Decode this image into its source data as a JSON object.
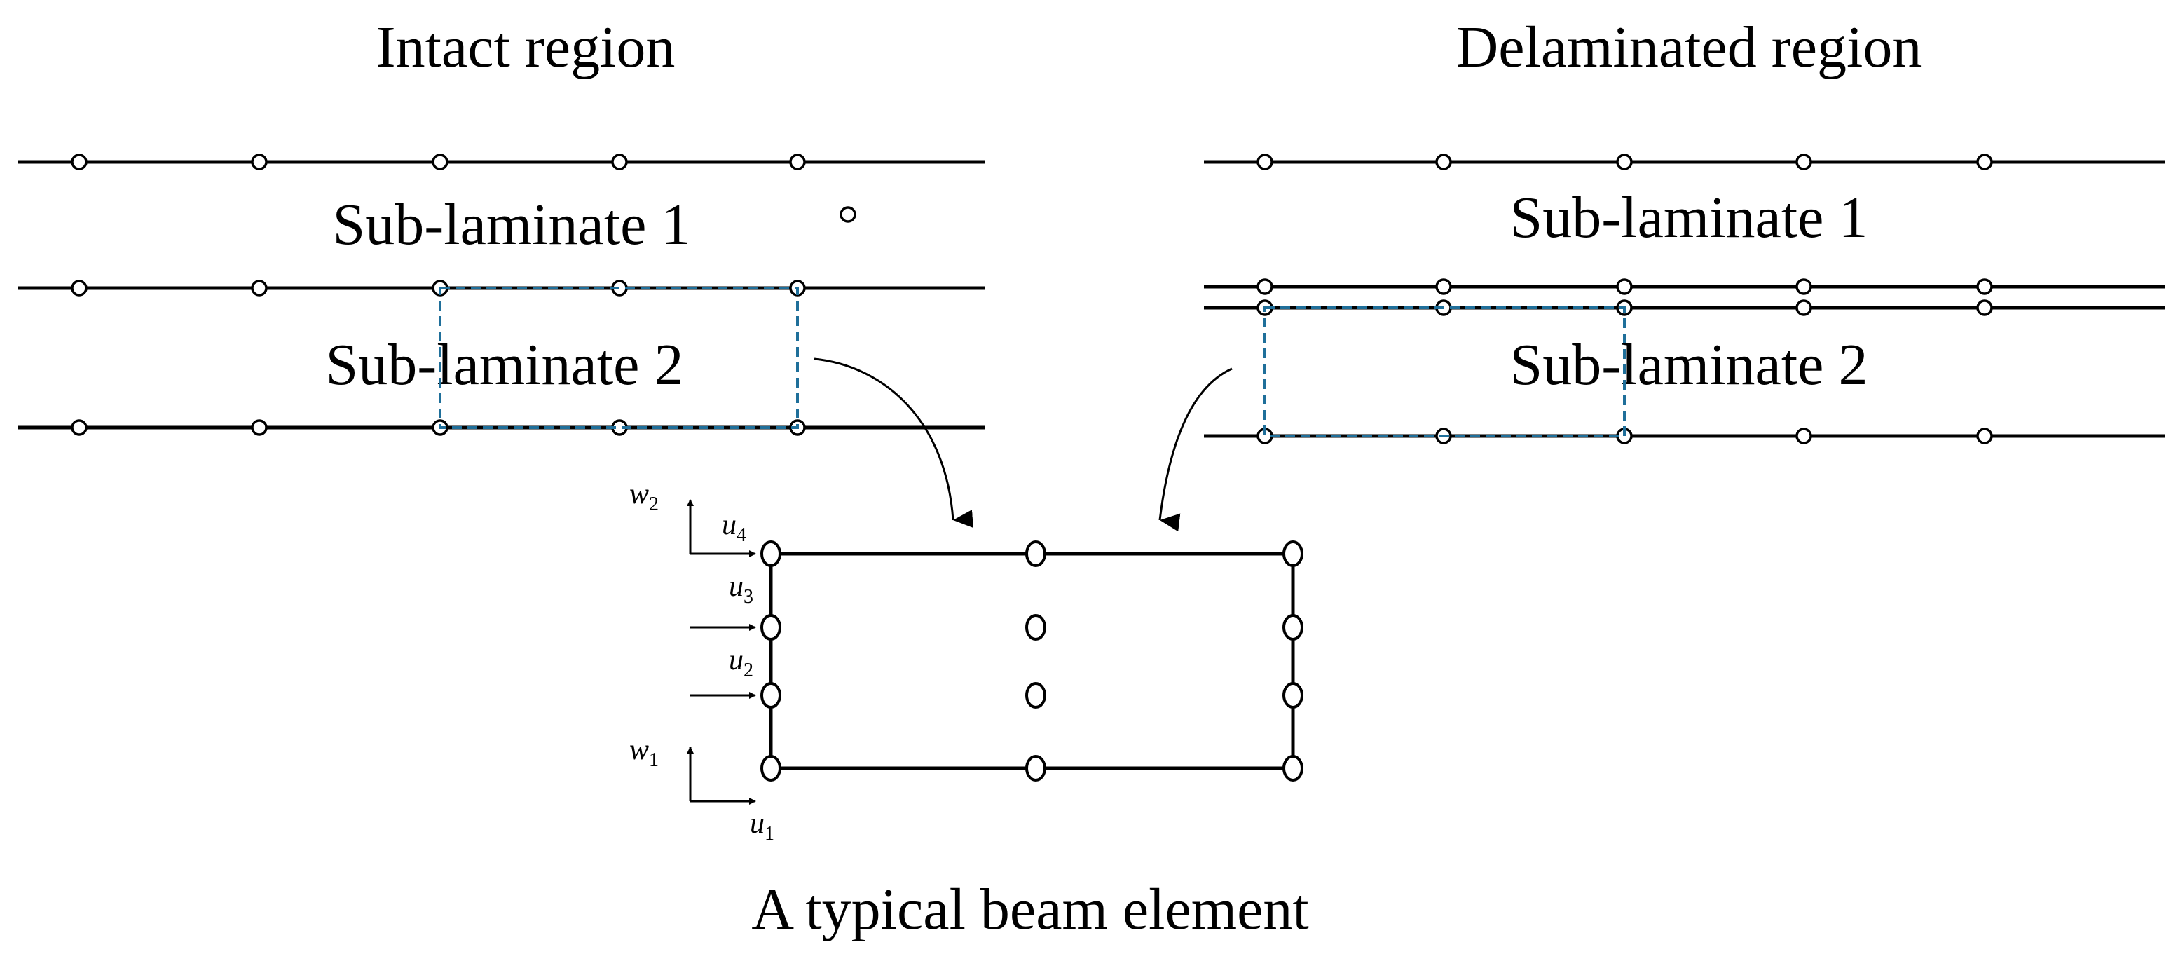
{
  "intact_region": {
    "title": "Intact region",
    "sublaminate_1": "Sub-laminate 1",
    "sublaminate_2": "Sub-laminate 2"
  },
  "delaminated_region": {
    "title": "Delaminated region",
    "sublaminate_1": "Sub-laminate 1",
    "sublaminate_2": "Sub-laminate 2"
  },
  "beam_element": {
    "caption": "A typical beam element",
    "dof_labels": {
      "w2": {
        "base": "w",
        "sub": "2"
      },
      "u4": {
        "base": "u",
        "sub": "4"
      },
      "u3": {
        "base": "u",
        "sub": "3"
      },
      "u2": {
        "base": "u",
        "sub": "2"
      },
      "w1": {
        "base": "w",
        "sub": "1"
      },
      "u1": {
        "base": "u",
        "sub": "1"
      }
    }
  },
  "colors": {
    "lines": "#000000",
    "dashed_selection": "#1f6f9a",
    "background": "#ffffff"
  }
}
